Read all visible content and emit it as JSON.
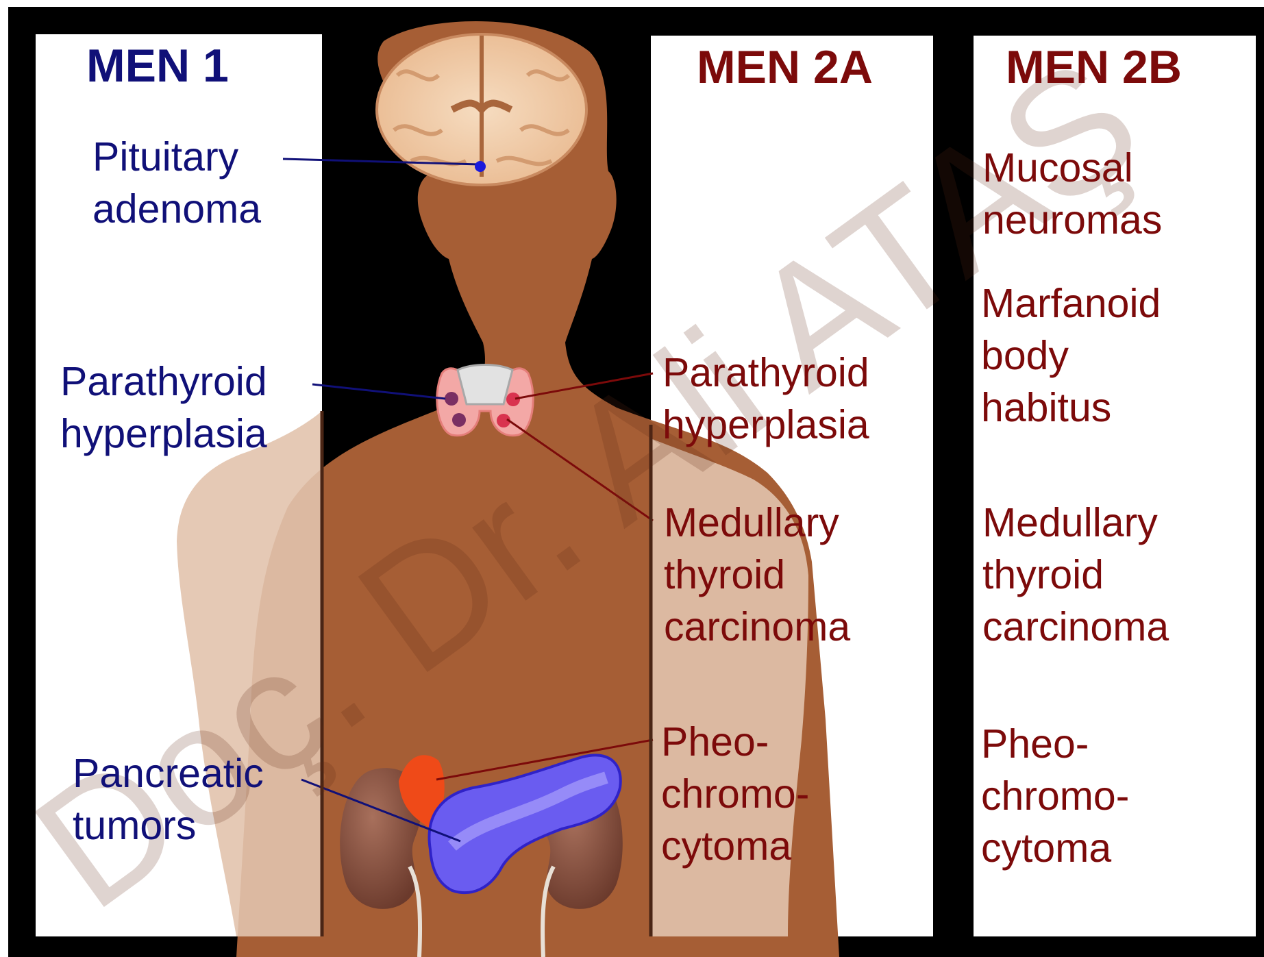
{
  "columns": {
    "men1": {
      "heading": "MEN 1",
      "pituitary": [
        "Pituitary",
        "adenoma"
      ],
      "parathyroid": [
        "Parathyroid",
        "hyperplasia"
      ],
      "pancreatic": [
        "Pancreatic",
        "tumors"
      ]
    },
    "men2a": {
      "heading": "MEN 2A",
      "parathyroid": [
        "Parathyroid",
        "hyperplasia"
      ],
      "medullary": [
        "Medullary",
        "thyroid",
        "carcinoma"
      ],
      "pheo": [
        "Pheo-",
        "chromo-",
        "cytoma"
      ]
    },
    "men2b": {
      "heading": "MEN 2B",
      "mucosal": [
        "Mucosal",
        "neuromas"
      ],
      "marfanoid": [
        "Marfanoid",
        "body",
        "habitus"
      ],
      "medullary": [
        "Medullary",
        "thyroid",
        "carcinoma"
      ],
      "pheo": [
        "Pheo-",
        "chromo-",
        "cytoma"
      ]
    }
  },
  "watermark": "Doç. Dr. Ali ATAŞ",
  "colors": {
    "frame": "#000000",
    "panel": "#ffffff",
    "body_silhouette": "#a65e35",
    "body_overlay": "#e2c3ad",
    "men1_text": "#101078",
    "men2_text": "#7c0a0a",
    "pituitary_dot": "#1a1adc",
    "pancreas": "#6a5cf0",
    "adrenal": "#ef4a18",
    "kidney": "#8a5240",
    "thyroid": "#f3a8a6"
  }
}
